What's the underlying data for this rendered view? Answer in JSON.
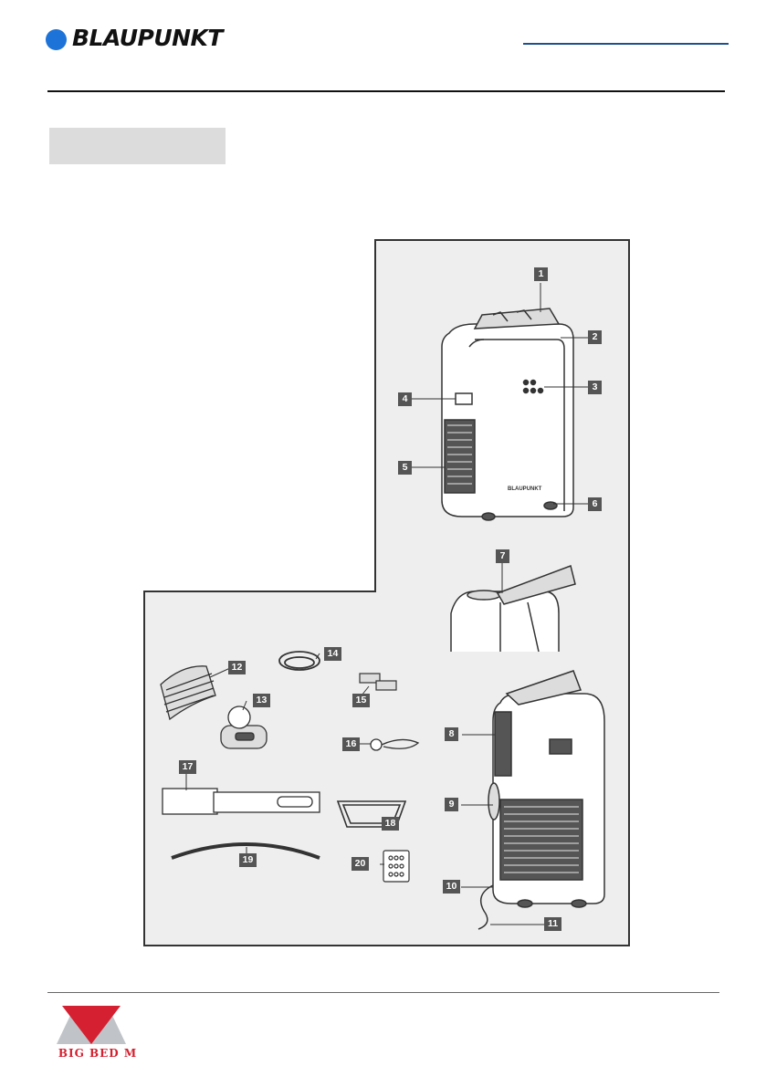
{
  "header": {
    "brand_name": "BLAUPUNKT",
    "brand_color": "#1e73d8",
    "rule_color": "#1f4f8f"
  },
  "section": {
    "title": ""
  },
  "diagram": {
    "labels": [
      "1",
      "2",
      "3",
      "4",
      "5",
      "6",
      "7",
      "8",
      "9",
      "10",
      "11",
      "12",
      "13",
      "14",
      "15",
      "16",
      "17",
      "18",
      "19",
      "20"
    ],
    "product_brand": "BLAUPUNKT",
    "panel_background": "#eeeeee",
    "tag_color": "#555555"
  },
  "footer": {
    "logo_text": "BIG BED M",
    "logo_colors": {
      "red": "#d42030",
      "silver": "#c0c4c8"
    }
  }
}
